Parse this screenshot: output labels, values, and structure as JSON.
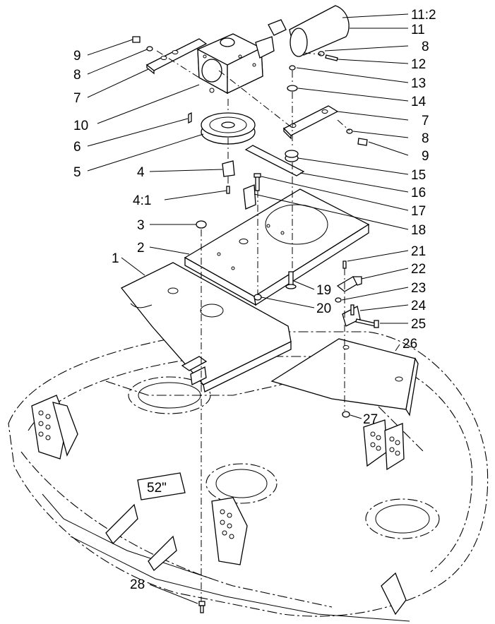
{
  "callouts": [
    {
      "id": "9a",
      "text": "9"
    },
    {
      "id": "8a",
      "text": "8"
    },
    {
      "id": "7a",
      "text": "7"
    },
    {
      "id": "10",
      "text": "10"
    },
    {
      "id": "6",
      "text": "6"
    },
    {
      "id": "5",
      "text": "5"
    },
    {
      "id": "4",
      "text": "4"
    },
    {
      "id": "4_1",
      "text": "4:1"
    },
    {
      "id": "3",
      "text": "3"
    },
    {
      "id": "2",
      "text": "2"
    },
    {
      "id": "1",
      "text": "1"
    },
    {
      "id": "11_2",
      "text": "11:2"
    },
    {
      "id": "11",
      "text": "11"
    },
    {
      "id": "8b",
      "text": "8"
    },
    {
      "id": "12",
      "text": "12"
    },
    {
      "id": "13",
      "text": "13"
    },
    {
      "id": "14",
      "text": "14"
    },
    {
      "id": "7b",
      "text": "7"
    },
    {
      "id": "8c",
      "text": "8"
    },
    {
      "id": "9b",
      "text": "9"
    },
    {
      "id": "15",
      "text": "15"
    },
    {
      "id": "16",
      "text": "16"
    },
    {
      "id": "17",
      "text": "17"
    },
    {
      "id": "18",
      "text": "18"
    },
    {
      "id": "21",
      "text": "21"
    },
    {
      "id": "22",
      "text": "22"
    },
    {
      "id": "19",
      "text": "19"
    },
    {
      "id": "23",
      "text": "23"
    },
    {
      "id": "20",
      "text": "20"
    },
    {
      "id": "24",
      "text": "24"
    },
    {
      "id": "25",
      "text": "25"
    },
    {
      "id": "26",
      "text": "26"
    },
    {
      "id": "27",
      "text": "27"
    },
    {
      "id": "28",
      "text": "28"
    }
  ],
  "deck_size_label": "52\""
}
